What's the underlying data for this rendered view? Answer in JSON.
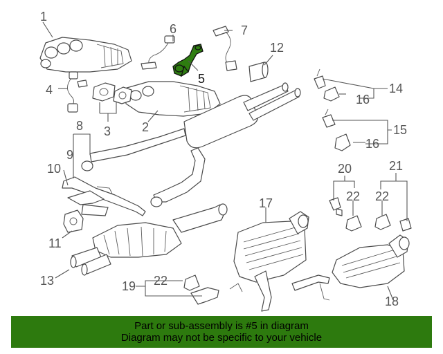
{
  "callouts": {
    "c1": "1",
    "c2": "2",
    "c3": "3",
    "c4": "4",
    "c5": "5",
    "c6": "6",
    "c7": "7",
    "c8": "8",
    "c9": "9",
    "c10": "10",
    "c11": "11",
    "c12": "12",
    "c13": "13",
    "c14": "14",
    "c15": "15",
    "c16a": "16",
    "c16b": "16",
    "c17": "17",
    "c18": "18",
    "c19": "19",
    "c20": "20",
    "c21": "21",
    "c22a": "22",
    "c22b": "22",
    "c22c": "22"
  },
  "banner": {
    "line1": "Part or sub-assembly is #5 in diagram",
    "line2": "Diagram may not be specific to your vehicle"
  },
  "colors": {
    "highlight": "#2e7d10",
    "banner_bg": "#2d7a0e",
    "line_art": "#4a4a4a"
  }
}
